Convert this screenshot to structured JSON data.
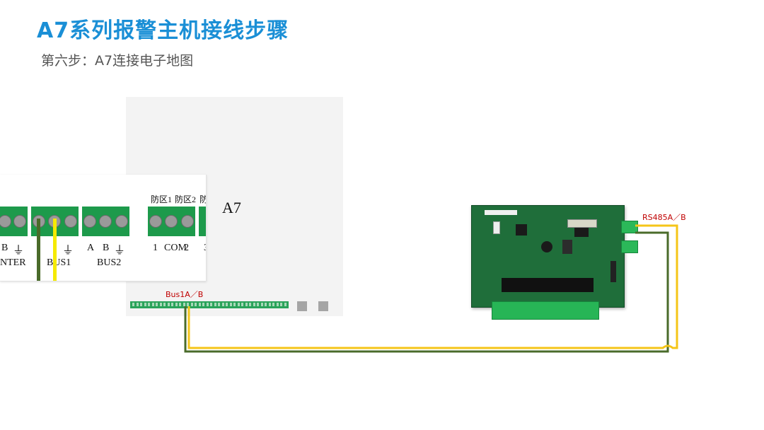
{
  "header": {
    "title": "A7系列报警主机接线步骤",
    "subtitle": "第六步：A7连接电子地图"
  },
  "panel": {
    "name": "A7",
    "bus_label": "Bus1A／B",
    "zoom_top_labels": [
      "防区1",
      "防区2",
      "防"
    ],
    "zoom_bottom_labels": [
      "B",
      "NTER",
      "BUS1",
      "A",
      "B",
      "BUS2",
      "1",
      "COM",
      "2",
      "3"
    ]
  },
  "board": {
    "port_label": "RS485A／B"
  },
  "colors": {
    "title": "#1a8fd6",
    "wire_yellow": "#f5c518",
    "wire_green": "#4a6b2a",
    "terminal_green": "#1d9a4b",
    "label_red": "#c00000"
  }
}
